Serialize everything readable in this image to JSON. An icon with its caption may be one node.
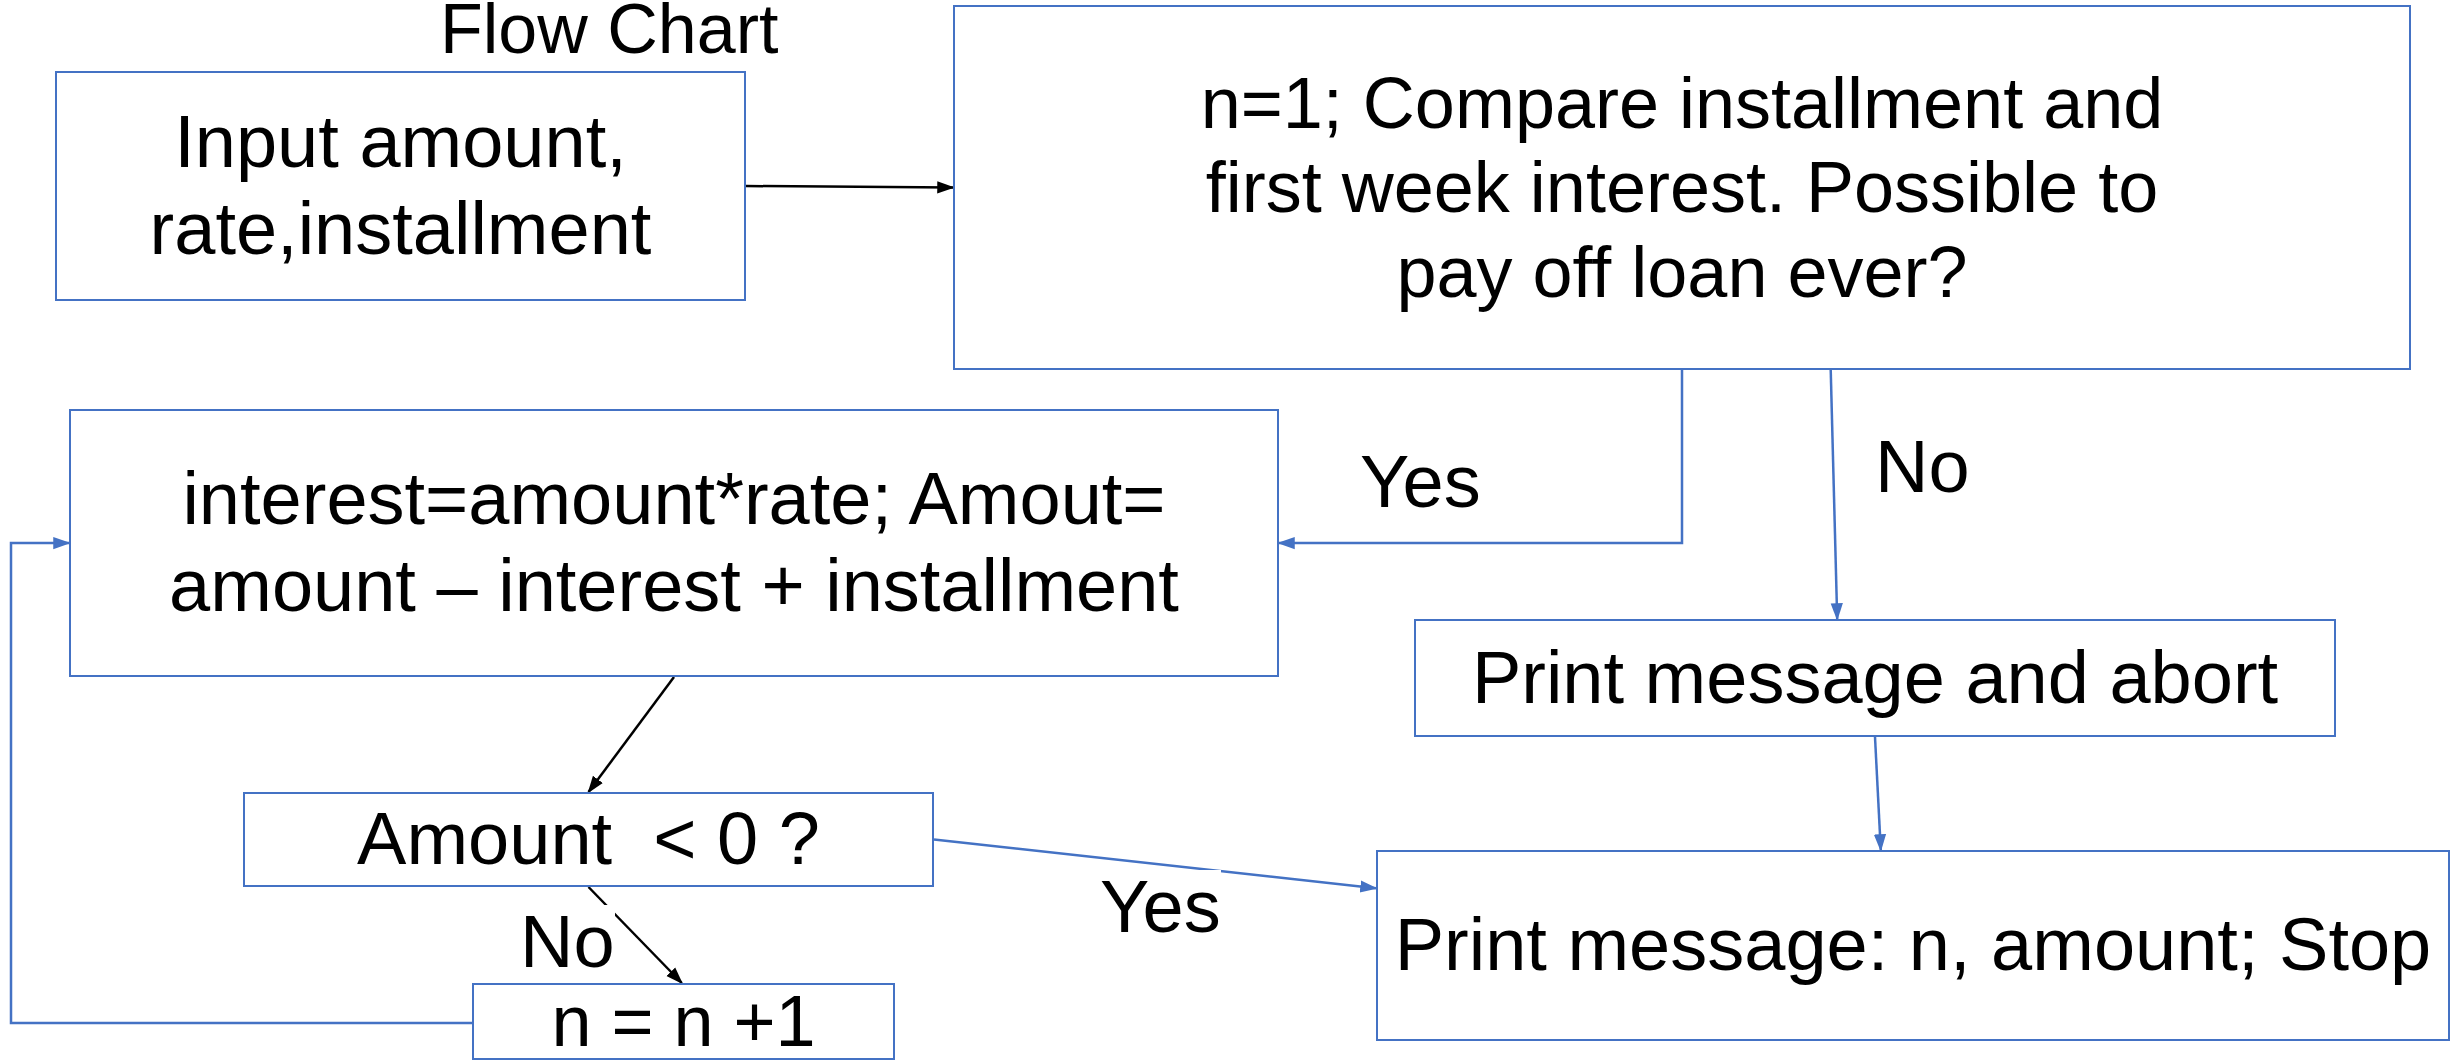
{
  "diagram": {
    "title": "Flow Chart",
    "nodes": [
      {
        "text": [
          "Input amount, rate,installment"
        ]
      },
      {
        "text": [
          "n=1; Compare installment and first week interest. Possible to pay off loan ever?"
        ]
      },
      {
        "text": [
          "interest=amount*rate; Amout= amount – interest + installment"
        ]
      },
      {
        "text": [
          "Print message and abort"
        ]
      },
      {
        "text": [
          "Amount  < 0 ?"
        ]
      },
      {
        "text": [
          "n = n +1"
        ]
      },
      {
        "text": [
          "Print message: n, amount; Stop"
        ]
      }
    ],
    "edges": [
      {
        "from": 0,
        "to": 1,
        "arrow": "to",
        "color": "#000000"
      },
      {
        "from": 1,
        "to": 2,
        "arrow": "to",
        "label": "Yes"
      },
      {
        "from": 1,
        "to": 3,
        "arrow": "to",
        "label": "No"
      },
      {
        "from": 2,
        "to": 4,
        "arrow": "to",
        "color": "#000000"
      },
      {
        "from": 4,
        "to": 5,
        "arrow": "to",
        "label": "No",
        "color": "#000000"
      },
      {
        "from": 4,
        "to": 6,
        "arrow": "to",
        "label": "Yes"
      },
      {
        "from": 3,
        "to": 6,
        "arrow": "to"
      },
      {
        "from": 5,
        "to": 2,
        "arrow": "to"
      }
    ]
  }
}
